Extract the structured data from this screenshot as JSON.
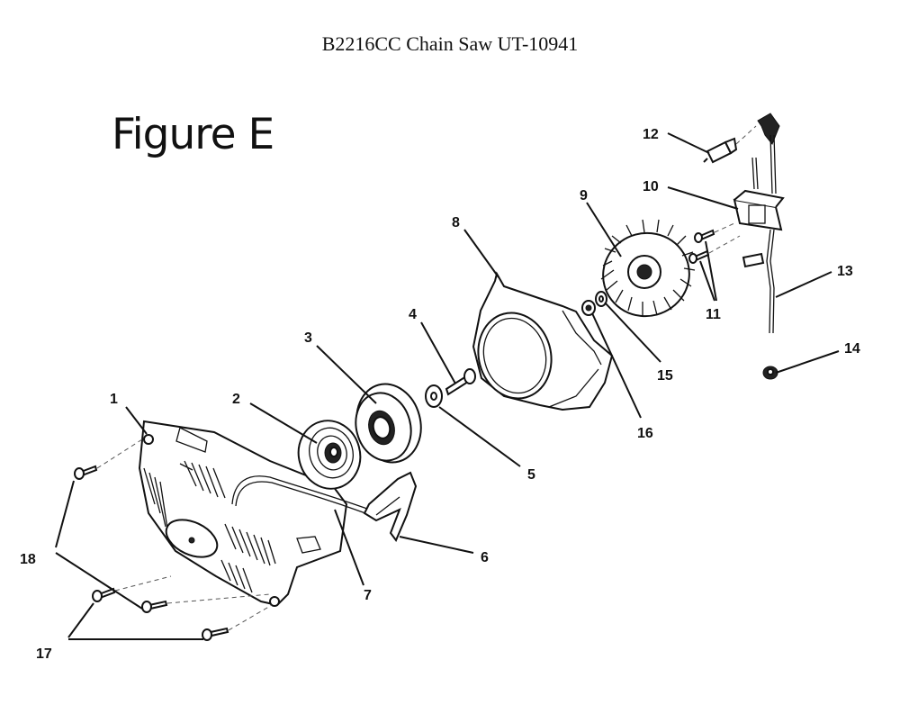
{
  "document": {
    "title": "B2216CC Chain Saw UT-10941",
    "figure_label": "Figure E"
  },
  "callouts": [
    {
      "number": "1"
    },
    {
      "number": "2"
    },
    {
      "number": "3"
    },
    {
      "number": "4"
    },
    {
      "number": "5"
    },
    {
      "number": "6"
    },
    {
      "number": "7"
    },
    {
      "number": "8"
    },
    {
      "number": "9"
    },
    {
      "number": "10"
    },
    {
      "number": "11"
    },
    {
      "number": "12"
    },
    {
      "number": "13"
    },
    {
      "number": "14"
    },
    {
      "number": "15"
    },
    {
      "number": "16"
    },
    {
      "number": "17"
    },
    {
      "number": "18"
    }
  ]
}
